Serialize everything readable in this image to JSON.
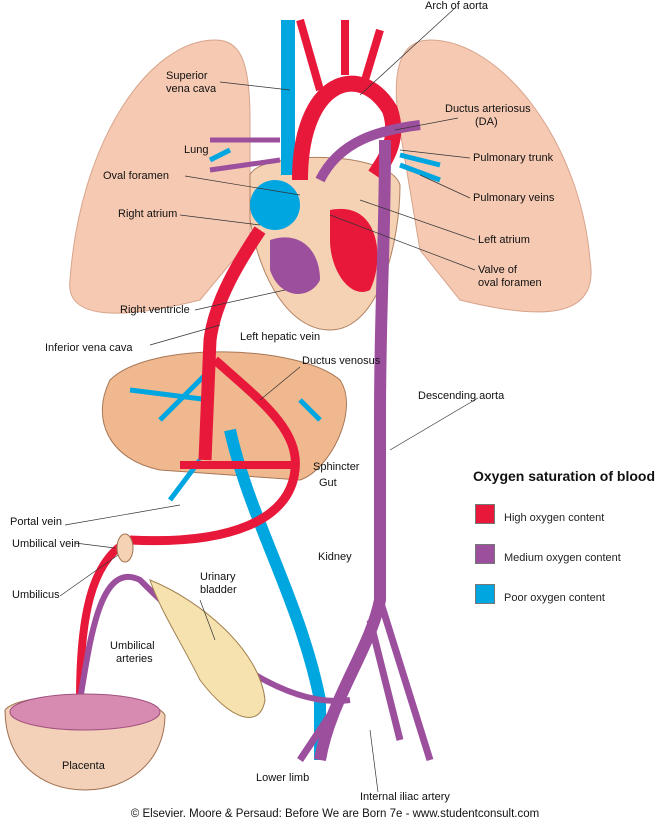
{
  "labels": {
    "arch_of_aorta": "Arch of aorta",
    "superior_vena_cava_1": "Superior",
    "superior_vena_cava_2": "vena cava",
    "ductus_arteriosus_1": "Ductus arteriosus",
    "ductus_arteriosus_2": "(DA)",
    "lung": "Lung",
    "pulmonary_trunk": "Pulmonary trunk",
    "oval_foramen": "Oval foramen",
    "pulmonary_veins": "Pulmonary veins",
    "right_atrium": "Right atrium",
    "left_atrium": "Left atrium",
    "valve_1": "Valve of",
    "valve_2": "oval foramen",
    "right_ventricle": "Right ventricle",
    "inferior_vena_cava": "Inferior vena cava",
    "left_hepatic_vein": "Left hepatic vein",
    "ductus_venosus": "Ductus venosus",
    "descending_aorta": "Descending aorta",
    "sphincter": "Sphincter",
    "gut": "Gut",
    "portal_vein": "Portal vein",
    "umbilical_vein": "Umbilical vein",
    "kidney": "Kidney",
    "umbilicus": "Umbilicus",
    "urinary_bladder_1": "Urinary",
    "urinary_bladder_2": "bladder",
    "umbilical_arteries_1": "Umbilical",
    "umbilical_arteries_2": "arteries",
    "placenta": "Placenta",
    "lower_limb": "Lower limb",
    "internal_iliac_artery": "Internal iliac artery"
  },
  "legend": {
    "title": "Oxygen saturation of blood",
    "items": [
      {
        "label": "High oxygen content",
        "color": "#e8183a"
      },
      {
        "label": "Medium oxygen content",
        "color": "#9b4f9d"
      },
      {
        "label": "Poor oxygen content",
        "color": "#00a6e0"
      }
    ]
  },
  "footer": "© Elsevier. Moore & Persaud: Before We are Born 7e - www.studentconsult.com"
}
